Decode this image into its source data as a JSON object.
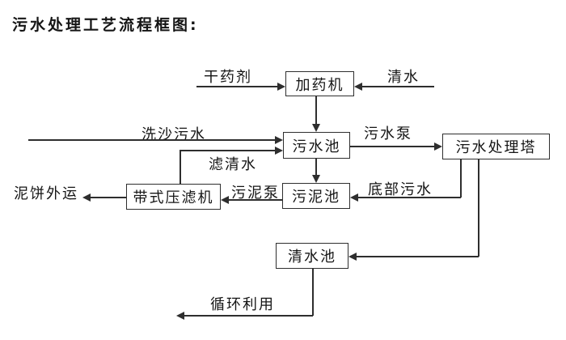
{
  "title": "污水处理工艺流程框图:",
  "nodes": [
    {
      "id": "dosing-machine",
      "label": "加药机"
    },
    {
      "id": "sewage-pool",
      "label": "污水池"
    },
    {
      "id": "treatment-tower",
      "label": "污水处理塔"
    },
    {
      "id": "belt-filter-press",
      "label": "带式压滤机"
    },
    {
      "id": "sludge-pool",
      "label": "污泥池"
    },
    {
      "id": "clean-water-pool",
      "label": "清水池"
    }
  ],
  "edges": [
    {
      "label": "干药剂",
      "from": "external",
      "to": "dosing-machine"
    },
    {
      "label": "清水",
      "from": "external",
      "to": "dosing-machine"
    },
    {
      "label": "洗沙污水",
      "from": "external",
      "to": "sewage-pool"
    },
    {
      "label": "污水泵",
      "from": "sewage-pool",
      "to": "treatment-tower"
    },
    {
      "label": "滤清水",
      "from": "belt-filter-press",
      "to": "sewage-pool"
    },
    {
      "label": "污泥泵",
      "from": "sludge-pool",
      "to": "belt-filter-press"
    },
    {
      "label": "底部污水",
      "from": "treatment-tower",
      "to": "sludge-pool"
    },
    {
      "label": "泥饼外运",
      "from": "belt-filter-press",
      "to": "external"
    },
    {
      "label": "循环利用",
      "from": "clean-water-pool",
      "to": "external"
    },
    {
      "label": "",
      "from": "dosing-machine",
      "to": "sewage-pool"
    },
    {
      "label": "",
      "from": "sewage-pool",
      "to": "sludge-pool"
    },
    {
      "label": "",
      "from": "treatment-tower",
      "to": "clean-water-pool"
    }
  ],
  "colors": {
    "background": "#ffffff",
    "line": "#2e2e2e",
    "text": "#151515"
  }
}
